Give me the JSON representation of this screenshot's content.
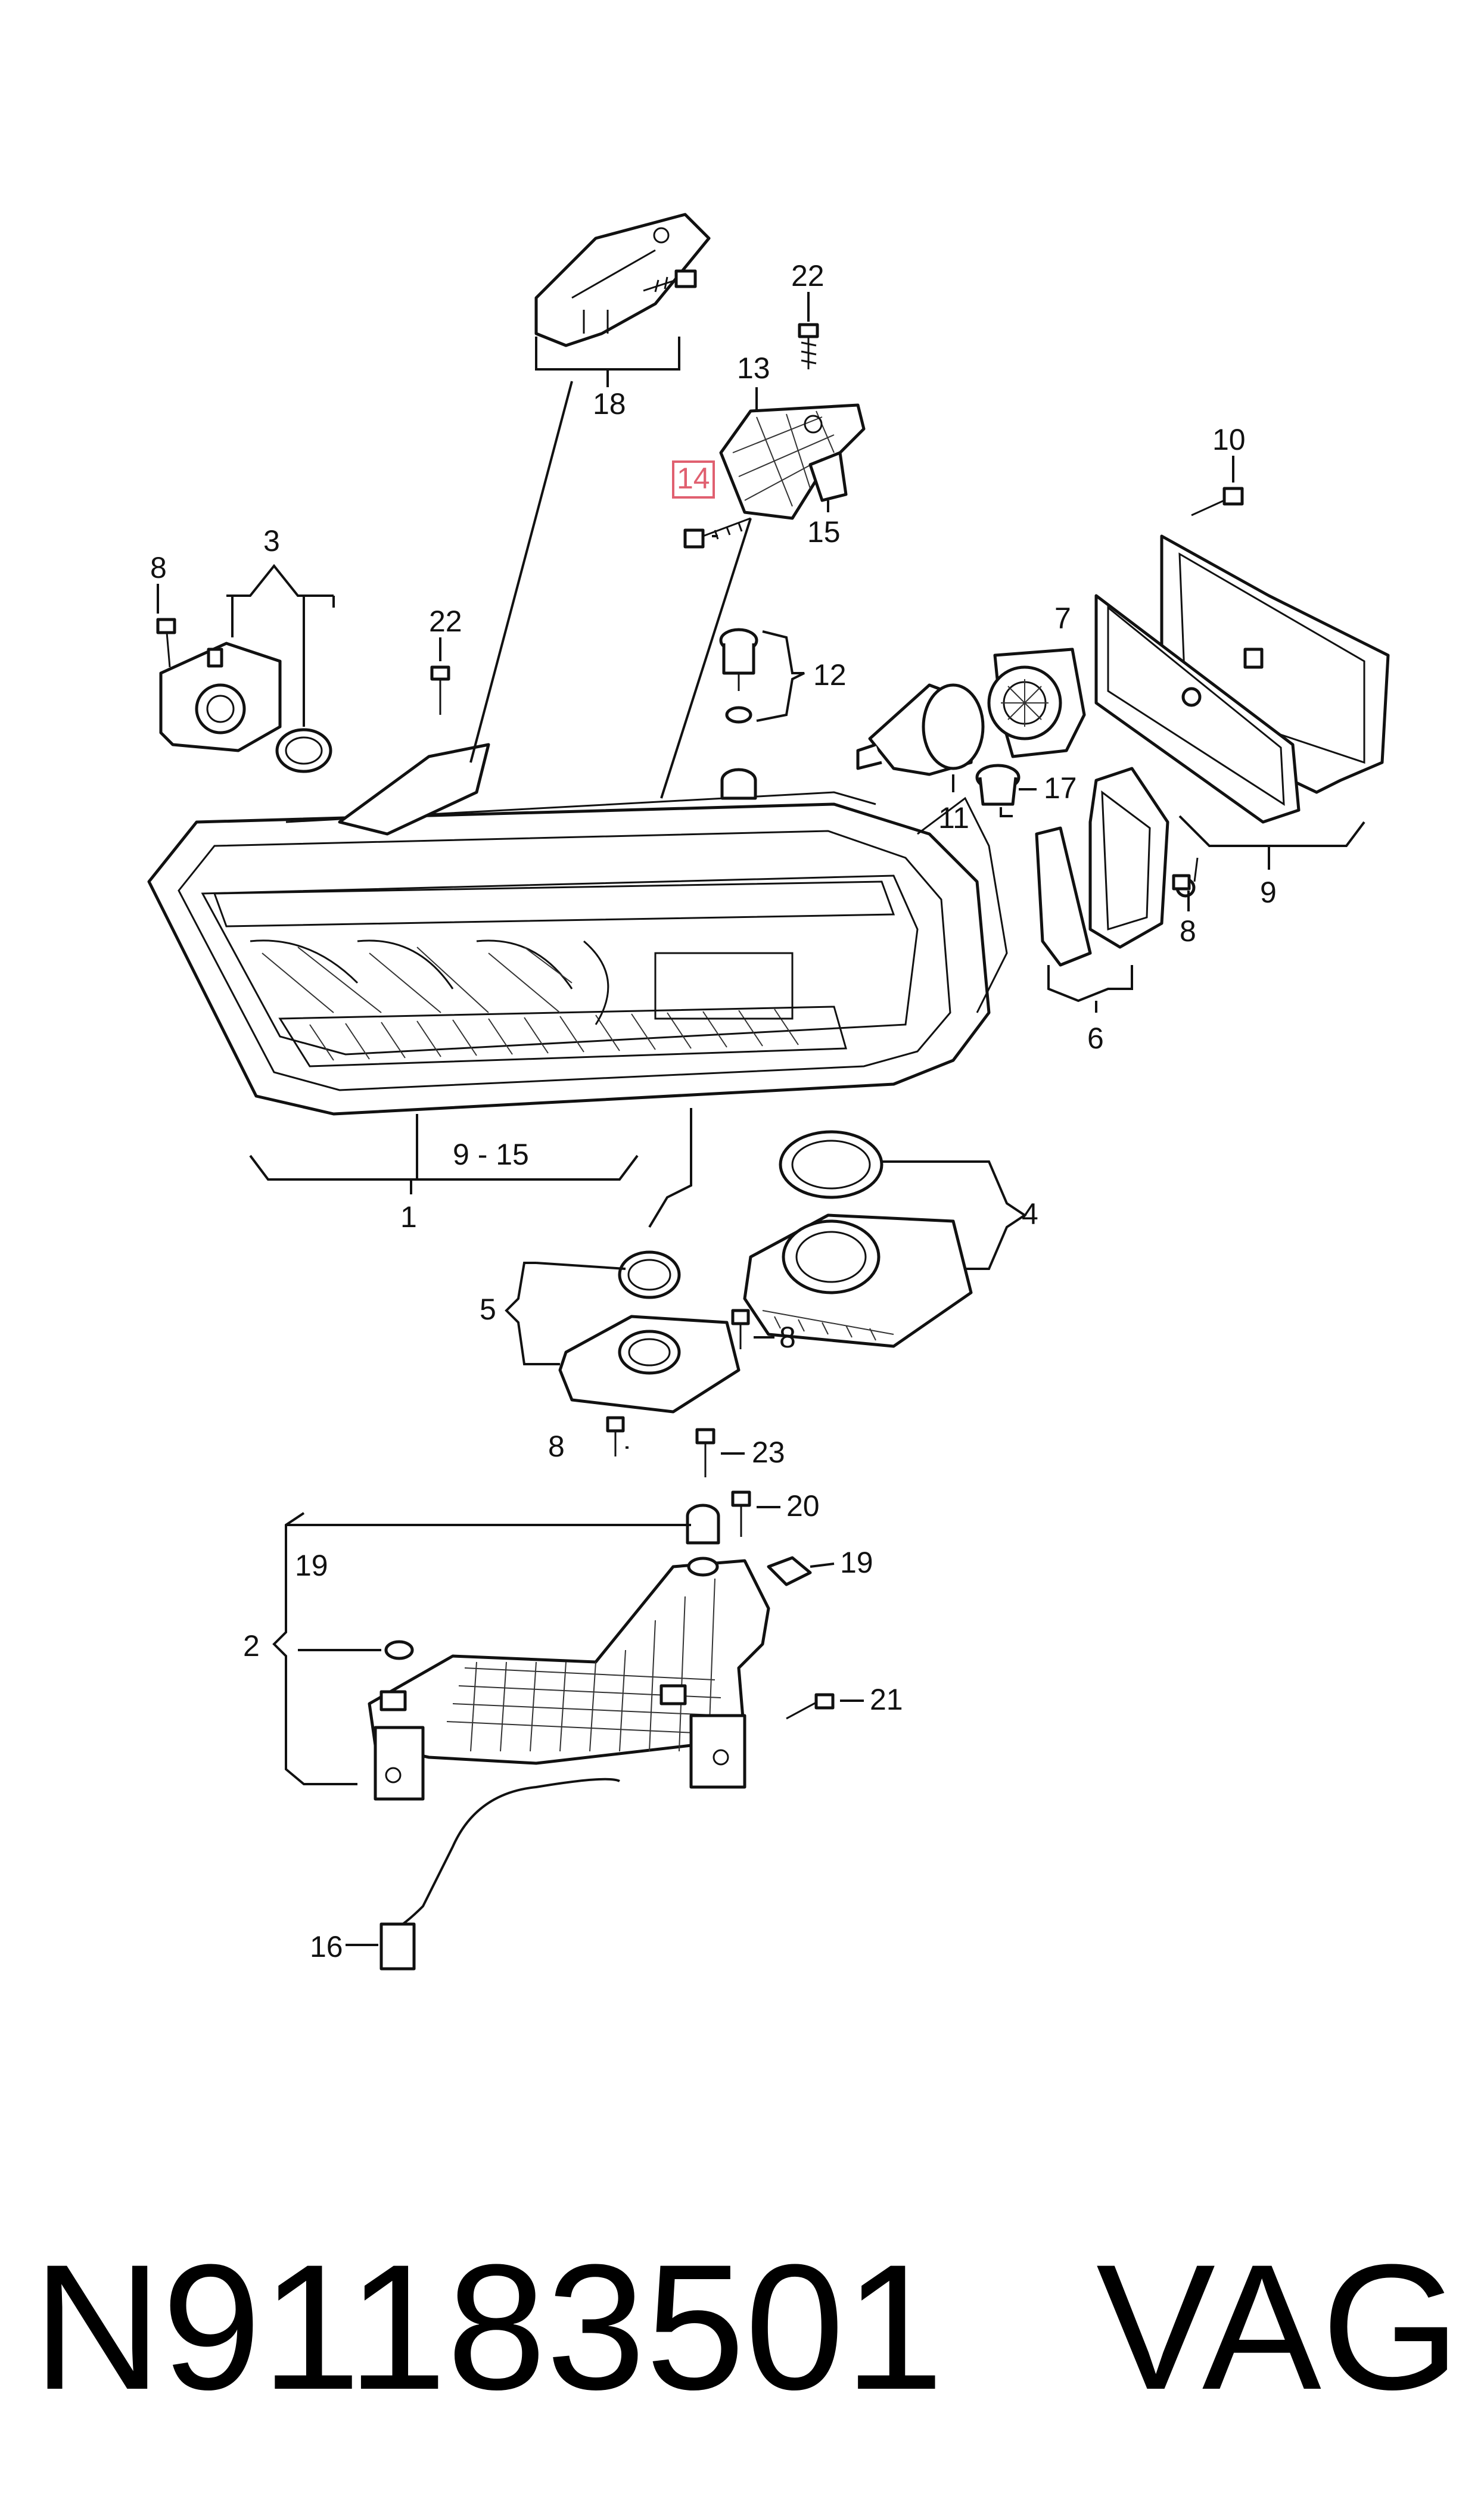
{
  "callouts": {
    "c1": "1",
    "c2": "2",
    "c3": "3",
    "c4": "4",
    "c5": "5",
    "c6": "6",
    "c7": "7",
    "c8a": "8",
    "c8b": "8",
    "c8c": "8",
    "c8d": "8",
    "c9": "9",
    "c9_15": "9 - 15",
    "c10": "10",
    "c11": "11",
    "c12": "12",
    "c13": "13",
    "c14": "14",
    "c15": "15",
    "c16": "16",
    "c17": "17",
    "c18": "18",
    "c19a": "19",
    "c19b": "19",
    "c20": "20",
    "c21": "21",
    "c22a": "22",
    "c22b": "22",
    "c23": "23"
  },
  "highlighted_callout": "14",
  "highlight_color": "#e06070",
  "footer": {
    "part_number": "N91183501",
    "brand": "VAG"
  }
}
